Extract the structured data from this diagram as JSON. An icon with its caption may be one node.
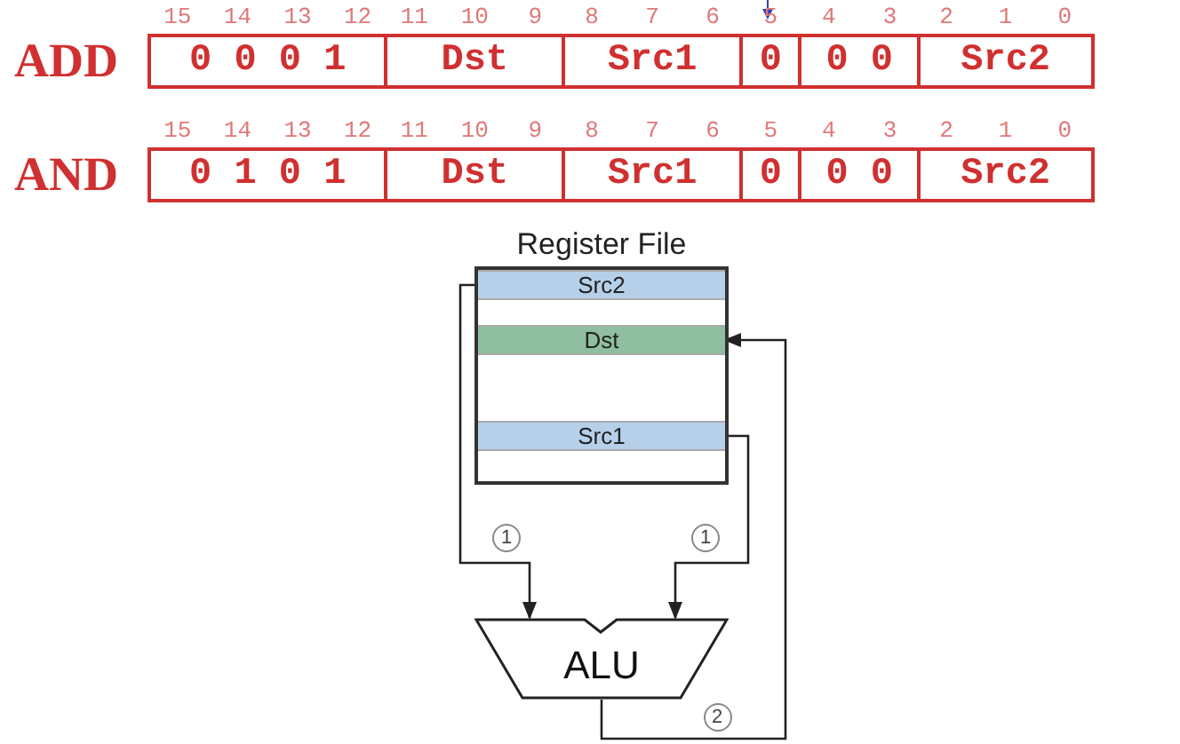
{
  "diagram": {
    "nodes": [
      {
        "text": [
          "0 0 0 1"
        ],
        "beside": [
          "15",
          "14",
          "13",
          "12"
        ]
      },
      {
        "text": [
          "Dst"
        ],
        "beside": [
          "11",
          "10",
          "9"
        ]
      },
      {
        "text": [
          "Src1"
        ],
        "beside": [
          "8",
          "7",
          "6"
        ]
      },
      {
        "text": [
          "0"
        ],
        "beside": [
          "5"
        ]
      },
      {
        "text": [
          "0 0"
        ],
        "beside": [
          "4",
          "3"
        ]
      },
      {
        "text": [
          "Src2"
        ],
        "beside": [
          "2",
          "1",
          "0"
        ]
      },
      {
        "text": [
          "0 1 0 1"
        ],
        "beside": [
          "15",
          "14",
          "13",
          "12"
        ]
      },
      {
        "text": [
          "Dst"
        ],
        "beside": [
          "11",
          "10",
          "9"
        ]
      },
      {
        "text": [
          "Src1"
        ],
        "beside": [
          "8",
          "7",
          "6"
        ]
      },
      {
        "text": [
          "0"
        ],
        "beside": [
          "5"
        ]
      },
      {
        "text": [
          "0 0"
        ],
        "beside": [
          "4",
          "3"
        ]
      },
      {
        "text": [
          "Src2"
        ],
        "beside": [
          "2",
          "1",
          "0"
        ]
      },
      {
        "text": [
          "Register File"
        ]
      },
      {
        "text": [
          "Src2"
        ],
        "in": 12
      },
      {
        "text": [
          "Dst"
        ],
        "in": 12
      },
      {
        "text": [
          "Src1"
        ],
        "in": 12
      },
      {
        "text": [
          "ALU"
        ]
      }
    ],
    "edges": [
      {
        "from": 13,
        "to": 16,
        "arrow": "to",
        "label": "1"
      },
      {
        "from": 15,
        "to": 16,
        "arrow": "to",
        "label": "1"
      },
      {
        "from": 16,
        "to": 14,
        "arrow": "to",
        "label": "2"
      }
    ],
    "labels": [
      "ADD",
      "AND"
    ]
  }
}
